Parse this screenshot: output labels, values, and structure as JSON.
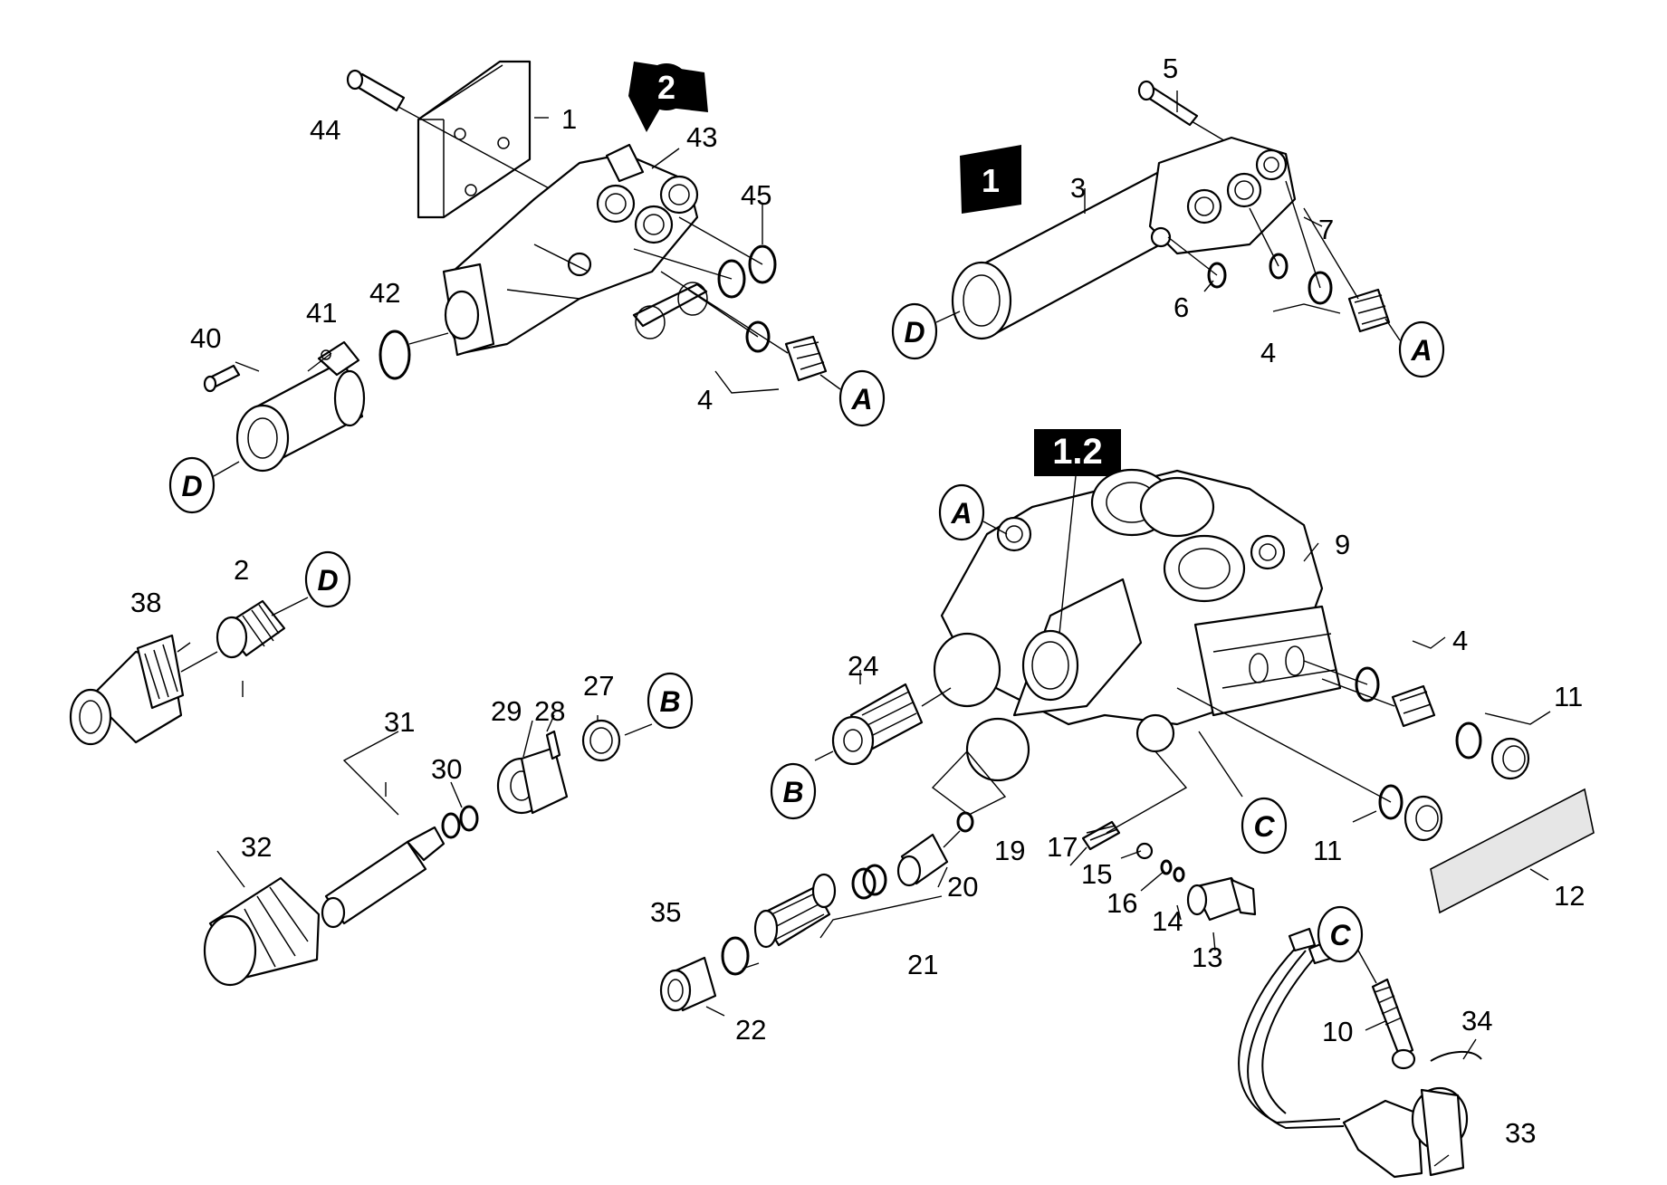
{
  "group_markers": {
    "g1": "1",
    "g2": "2",
    "g12": "1.2"
  },
  "part_numbers": {
    "p1": "1",
    "p2": "2",
    "p3": "3",
    "p4a": "4",
    "p4b": "4",
    "p4c": "4",
    "p5": "5",
    "p6": "6",
    "p7": "7",
    "p9": "9",
    "p10": "10",
    "p11a": "11",
    "p11b": "11",
    "p12": "12",
    "p13": "13",
    "p14": "14",
    "p15": "15",
    "p16": "16",
    "p17": "17",
    "p19": "19",
    "p20": "20",
    "p21": "21",
    "p22": "22",
    "p24": "24",
    "p27": "27",
    "p28": "28",
    "p29": "29",
    "p30": "30",
    "p31": "31",
    "p32": "32",
    "p33": "33",
    "p34": "34",
    "p35": "35",
    "p38": "38",
    "p40": "40",
    "p41": "41",
    "p42": "42",
    "p43": "43",
    "p44": "44",
    "p45": "45"
  },
  "connection_markers": {
    "a1": "A",
    "a2": "A",
    "a3": "A",
    "b1": "B",
    "b2": "B",
    "c1": "C",
    "c2": "C",
    "d1": "D",
    "d2": "D",
    "d3": "D"
  }
}
